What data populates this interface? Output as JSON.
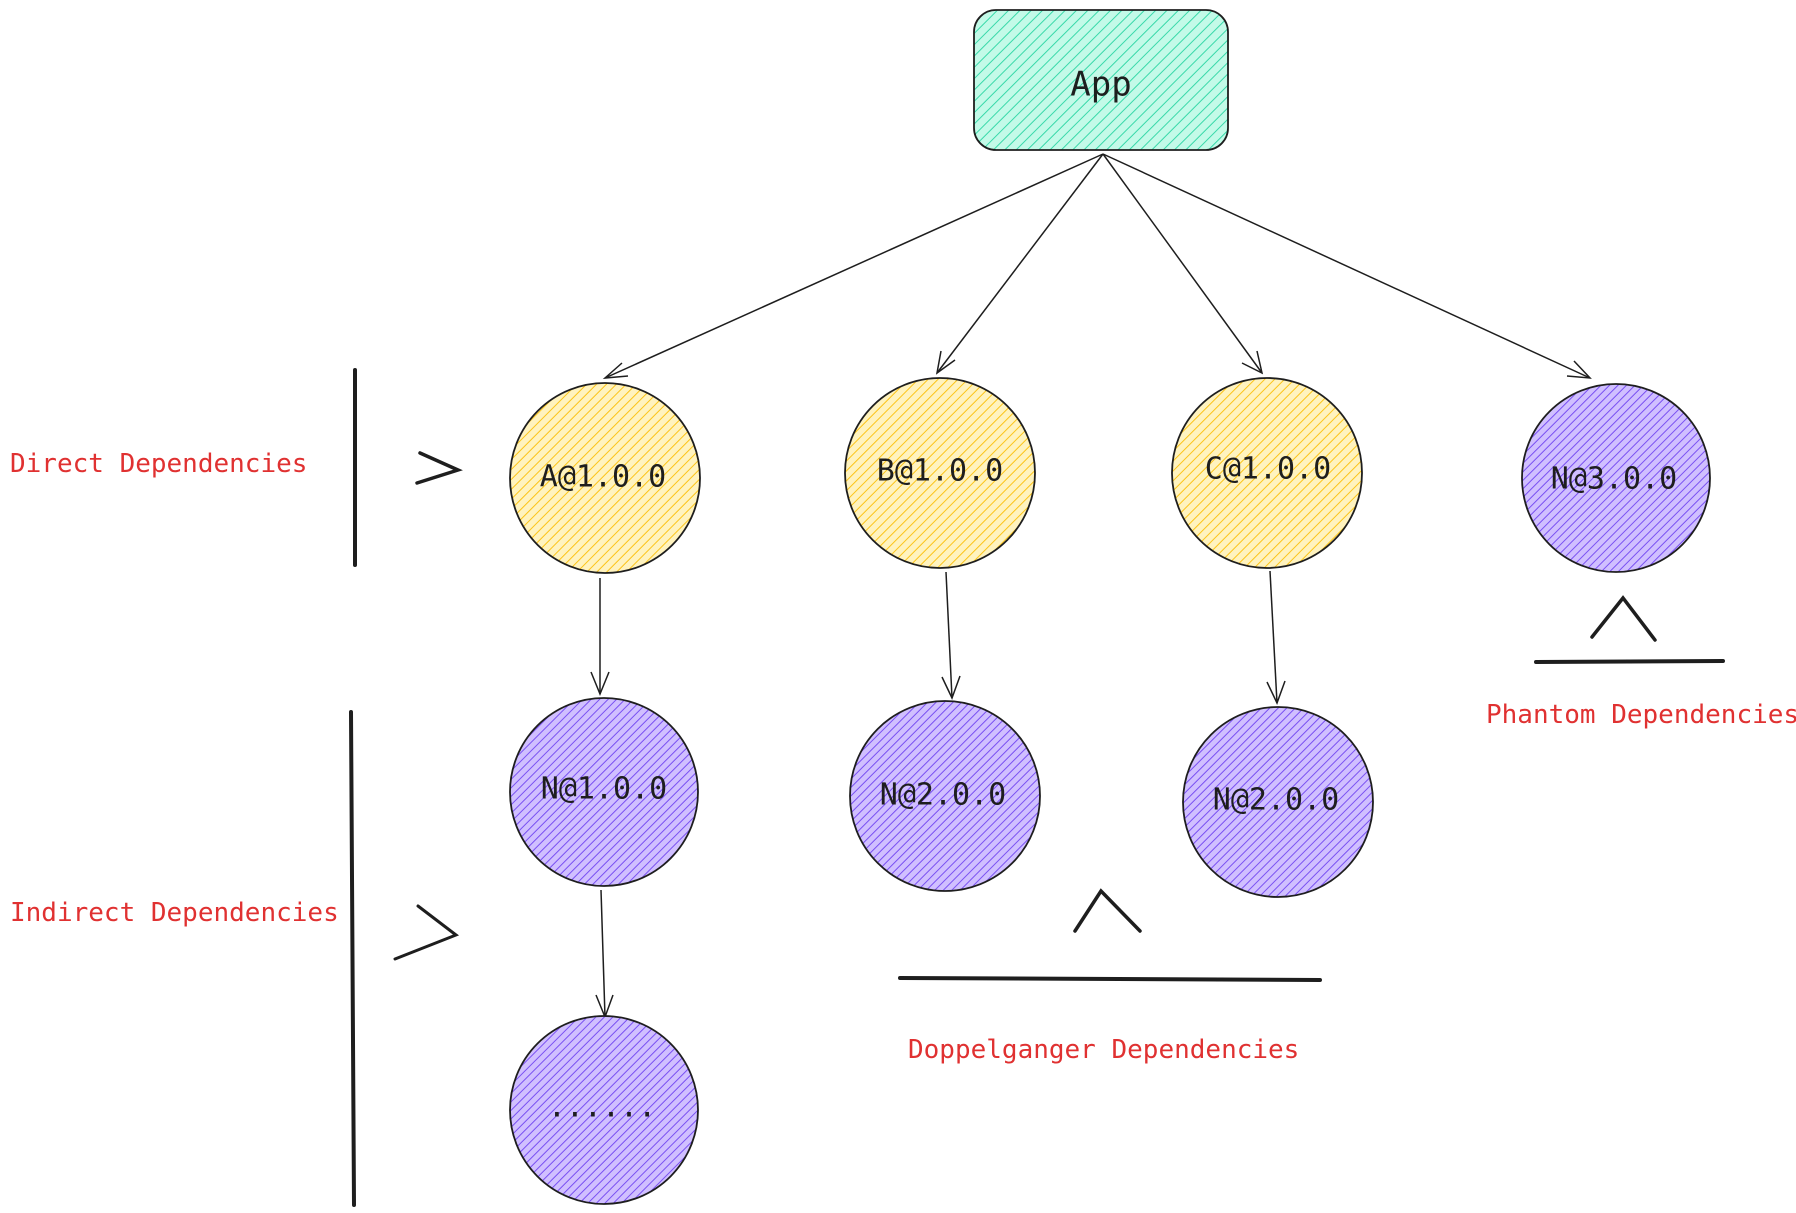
{
  "colors": {
    "app_fill": "#63e6be",
    "direct_fill": "#ffd166",
    "indirect_fill": "#9775fa",
    "stroke": "#1e1e1e",
    "annotation": "#e03131"
  },
  "nodes": {
    "app": "App",
    "a": "A@1.0.0",
    "b": "B@1.0.0",
    "c": "C@1.0.0",
    "n3": "N@3.0.0",
    "n1": "N@1.0.0",
    "n2_left": "N@2.0.0",
    "n2_right": "N@2.0.0",
    "more": "......"
  },
  "annotations": {
    "direct": "Direct Dependencies",
    "indirect": "Indirect Dependencies",
    "doppelganger": "Doppelganger Dependencies",
    "phantom": "Phantom Dependencies"
  }
}
